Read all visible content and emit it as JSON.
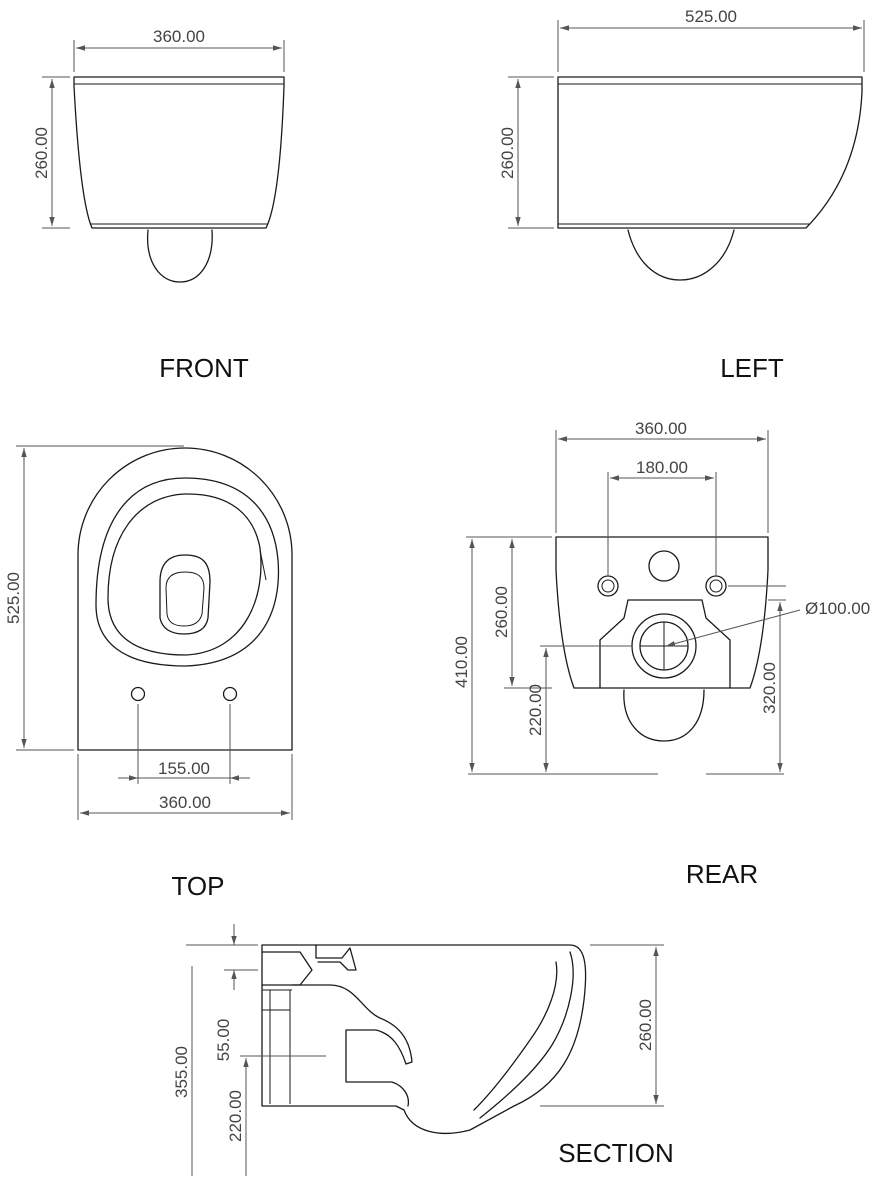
{
  "views": {
    "front": {
      "label": "FRONT",
      "width": "360.00",
      "height": "260.00"
    },
    "left": {
      "label": "LEFT",
      "depth": "525.00",
      "height": "260.00"
    },
    "top": {
      "label": "TOP",
      "depth": "525.00",
      "hole_spacing": "155.00",
      "width": "360.00"
    },
    "rear": {
      "label": "REAR",
      "width": "360.00",
      "bolt_spacing": "180.00",
      "outlet_diameter": "Ø100.00",
      "bolt_height": "260.00",
      "overall_height": "410.00",
      "outlet_height": "220.00",
      "side_height": "320.00"
    },
    "section": {
      "label": "SECTION",
      "overall": "355.00",
      "inlet": "55.00",
      "outlet": "220.00",
      "bowl_height": "260.00"
    }
  },
  "colors": {
    "line": "#1a1a1a",
    "dimension": "#555555"
  }
}
